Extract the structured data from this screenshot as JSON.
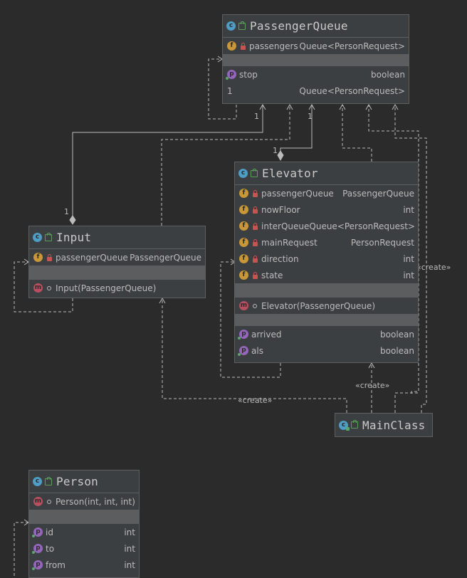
{
  "diagram": {
    "classes": {
      "passenger_queue": {
        "title": "PassengerQueue",
        "fields": [
          {
            "name": "passengers",
            "type": "Queue<PersonRequest>"
          }
        ],
        "properties": [
          {
            "name": "stop",
            "type": "boolean"
          }
        ],
        "inner_row": {
          "name": "1",
          "type": "Queue<PersonRequest>"
        }
      },
      "elevator": {
        "title": "Elevator",
        "fields": [
          {
            "name": "passengerQueue",
            "type": "PassengerQueue"
          },
          {
            "name": "nowFloor",
            "type": "int"
          },
          {
            "name": "interQueue",
            "type": "Queue<PersonRequest>"
          },
          {
            "name": "mainRequest",
            "type": "PersonRequest"
          },
          {
            "name": "direction",
            "type": "int"
          },
          {
            "name": "state",
            "type": "int"
          }
        ],
        "methods": [
          {
            "signature": "Elevator(PassengerQueue)"
          }
        ],
        "properties": [
          {
            "name": "arrived",
            "type": "boolean"
          },
          {
            "name": "als",
            "type": "boolean"
          }
        ]
      },
      "input": {
        "title": "Input",
        "fields": [
          {
            "name": "passengerQueue",
            "type": "PassengerQueue"
          }
        ],
        "methods": [
          {
            "signature": "Input(PassengerQueue)"
          }
        ]
      },
      "main_class": {
        "title": "MainClass"
      },
      "person": {
        "title": "Person",
        "methods": [
          {
            "signature": "Person(int, int, int)"
          }
        ],
        "properties": [
          {
            "name": "id",
            "type": "int"
          },
          {
            "name": "to",
            "type": "int"
          },
          {
            "name": "from",
            "type": "int"
          }
        ]
      }
    },
    "edge_labels": {
      "multiplicity_one": "1",
      "create": "«create»"
    },
    "badges": {
      "class": "c",
      "field": "f",
      "method": "m",
      "property": "p"
    },
    "icons": {
      "class": "class-icon",
      "field": "field-icon",
      "method": "method-icon",
      "property": "property-icon",
      "private": "lock-icon",
      "public": "public-icon"
    },
    "colors": {
      "background": "#2b2b2b",
      "node": "#3c3f41",
      "border": "#5e6060",
      "separator": "#5b5d5e",
      "line": "#bbbbbb",
      "class_badge": "#4e9dc4",
      "field_badge": "#c99737",
      "method_badge": "#b84f61",
      "property_badge": "#9466b9",
      "private_lock": "#c75450"
    }
  }
}
